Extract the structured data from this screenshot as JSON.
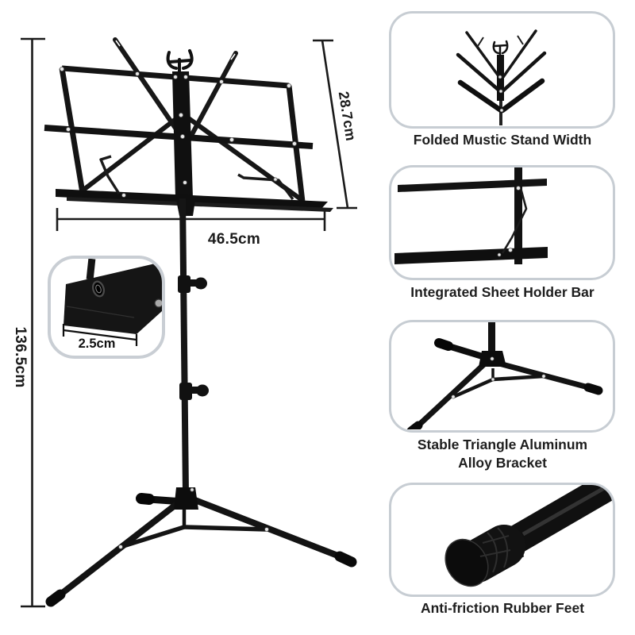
{
  "dimensions": {
    "height_label": "136.5cm",
    "desk_width_label": "46.5cm",
    "desk_height_label": "28.7cm",
    "ledge_depth_label": "2.5cm"
  },
  "features": [
    {
      "label": "Folded Mustic Stand Width"
    },
    {
      "label": "Integrated Sheet Holder Bar"
    },
    {
      "label": "Stable Triangle Aluminum",
      "label_line2": "Alloy Bracket"
    },
    {
      "label": "Anti-friction Rubber Feet"
    }
  ],
  "colors": {
    "product_black": "#141414",
    "panel_border": "#c7cdd3",
    "dimension_line": "#1a1a1a",
    "text": "#1e1e1e",
    "background": "#ffffff"
  }
}
